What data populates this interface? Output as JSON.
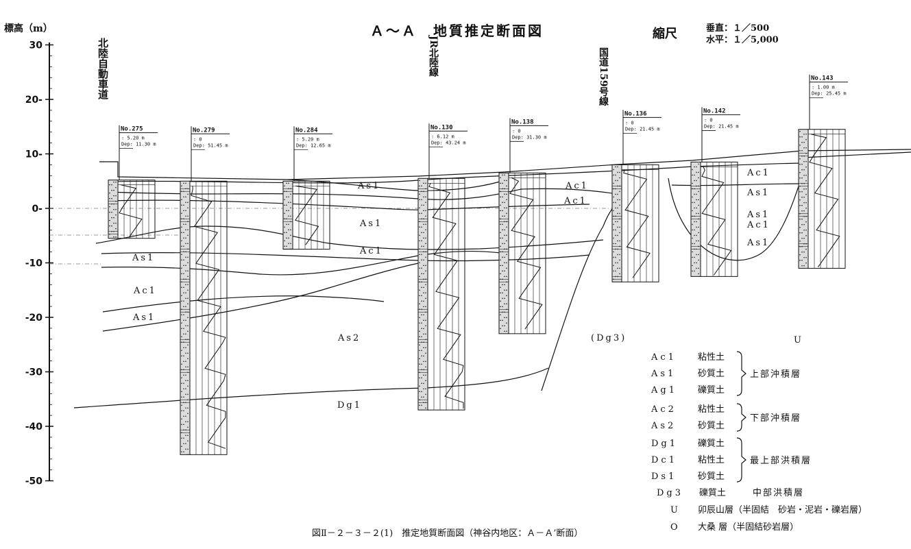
{
  "header": {
    "y_axis_label": "標高（m）",
    "title": "Ａ～Ａ　地質推定断面図",
    "scale_label": "縮尺",
    "scale_vertical": "垂直：１／500",
    "scale_horizontal": "水平：１／5,000"
  },
  "y_axis": {
    "min": -50,
    "max": 30,
    "ticks": [
      30,
      20,
      10,
      0,
      -10,
      -20,
      -30,
      -40,
      -50
    ],
    "tick_labels": [
      "30",
      "20-",
      "10-",
      "0-",
      "-10",
      "-20",
      "-30",
      "-40",
      "-50"
    ]
  },
  "landmarks": [
    {
      "text": "北陸自動車道"
    },
    {
      "text": "JR北陸線"
    },
    {
      "text": "国道159号線"
    }
  ],
  "boreholes": [
    {
      "id": "No.275",
      "info1": ": 5.20 m",
      "info2": "Dep: 11.30 m",
      "top": 5.2,
      "bottom": -5.5
    },
    {
      "id": "No.279",
      "info1": ": 0",
      "info2": "Dep: 51.45 m",
      "top": 5.0,
      "bottom": -45.2
    },
    {
      "id": "No.284",
      "info1": ": 5.20 m",
      "info2": "Dep: 12.65 m",
      "top": 5.0,
      "bottom": -7.5
    },
    {
      "id": "No.130",
      "info1": ": 6.12 m",
      "info2": "Dep: 43.24 m",
      "top": 5.5,
      "bottom": -37.0
    },
    {
      "id": "No.138",
      "info1": ": 0",
      "info2": "Dep: 31.30 m",
      "top": 6.5,
      "bottom": -23.0
    },
    {
      "id": "No.136",
      "info1": ": 0",
      "info2": "Dep: 21.45 m",
      "top": 8.0,
      "bottom": -13.5
    },
    {
      "id": "No.142",
      "info1": ": 0",
      "info2": "Dep: 21.45 m",
      "top": 8.5,
      "bottom": -12.5
    },
    {
      "id": "No.143",
      "info1": ": 1.00 m",
      "info2": "Dep: 25.45 m",
      "top": 14.5,
      "bottom": -11.0
    }
  ],
  "layer_labels": [
    {
      "text": "As1"
    },
    {
      "text": "As1"
    },
    {
      "text": "Ac1"
    },
    {
      "text": "Ac1"
    },
    {
      "text": "Ac1"
    },
    {
      "text": "As1"
    },
    {
      "text": "As1"
    },
    {
      "text": "Ac1"
    },
    {
      "text": "As1"
    },
    {
      "text": "Ac1"
    },
    {
      "text": "As1"
    },
    {
      "text": "Ac1"
    },
    {
      "text": "As1"
    },
    {
      "text": "As2"
    },
    {
      "text": "Dg1"
    },
    {
      "text": "(Dg3)"
    },
    {
      "text": "U"
    }
  ],
  "legend": {
    "groups": [
      {
        "name": "上部沖積層",
        "rows": [
          {
            "code": "Ac1",
            "desc": "粘性土"
          },
          {
            "code": "As1",
            "desc": "砂質土"
          },
          {
            "code": "Ag1",
            "desc": "礫質土"
          }
        ]
      },
      {
        "name": "下部沖積層",
        "rows": [
          {
            "code": "Ac2",
            "desc": "粘性土"
          },
          {
            "code": "As2",
            "desc": "砂質土"
          }
        ]
      },
      {
        "name": "最上部洪積層",
        "rows": [
          {
            "code": "Dg1",
            "desc": "礫質土"
          },
          {
            "code": "Dc1",
            "desc": "粘性土"
          },
          {
            "code": "Ds1",
            "desc": "砂質土"
          }
        ]
      }
    ],
    "single_rows": [
      {
        "code": "Dg3",
        "desc": "礫質土",
        "group": "中部洪積層"
      },
      {
        "code": "U",
        "desc": "卯辰山層（半固結　砂岩・泥岩・礫岩層）",
        "group": ""
      },
      {
        "code": "O",
        "desc": "大桑 層（半固結砂岩層）",
        "group": ""
      }
    ]
  },
  "caption": "図Ⅱ－２－３－２(1)　推定地質断面図（神谷内地区：Ａ－Ａ’断面）"
}
